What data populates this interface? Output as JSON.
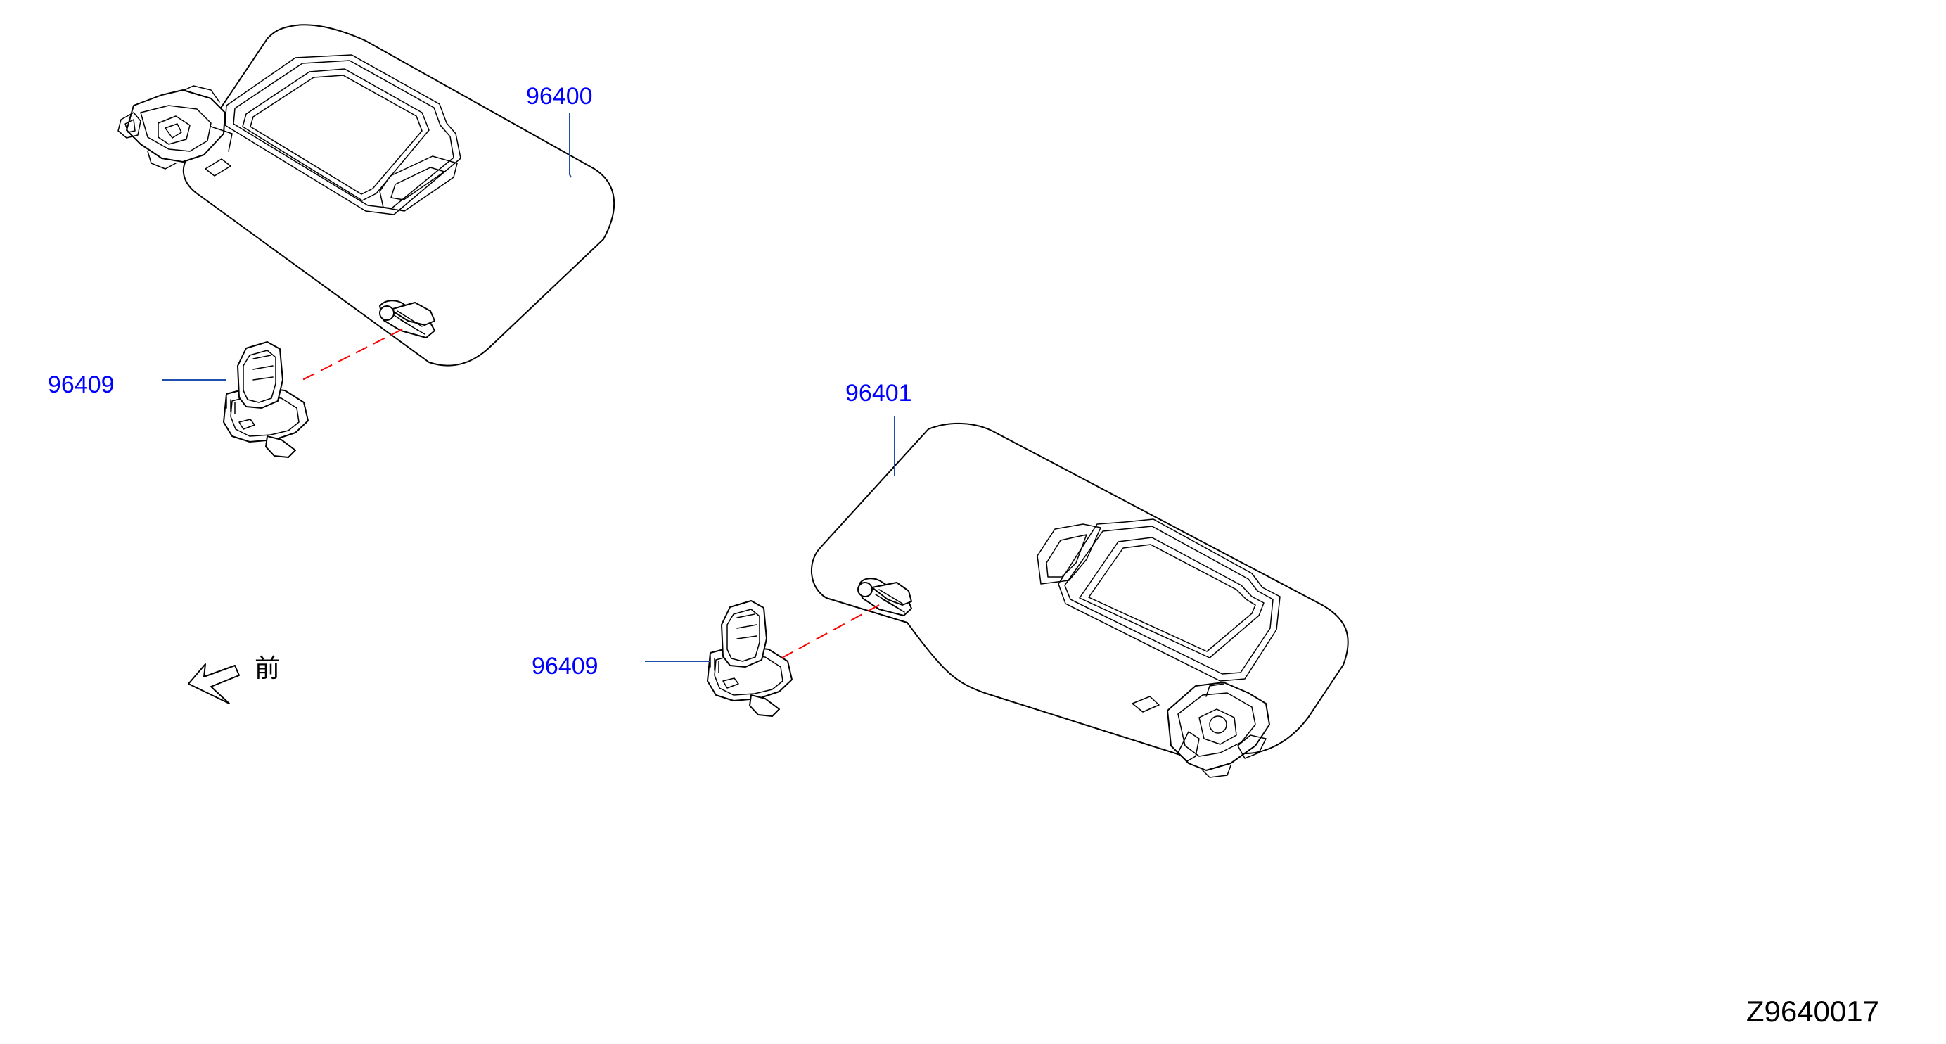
{
  "callouts": {
    "visor_lh": "96400",
    "visor_rh": "96401",
    "holder_lh": "96409",
    "holder_rh": "96409"
  },
  "direction_indicator": {
    "label": "前",
    "icon": "front-direction-arrow-icon"
  },
  "diagram_id": "Z9640017",
  "colors": {
    "callout_text": "#0000ff",
    "leader_line": "#1f4fae",
    "assembly_line": "#ff0000",
    "drawing_line": "#000000",
    "background": "#ffffff"
  }
}
